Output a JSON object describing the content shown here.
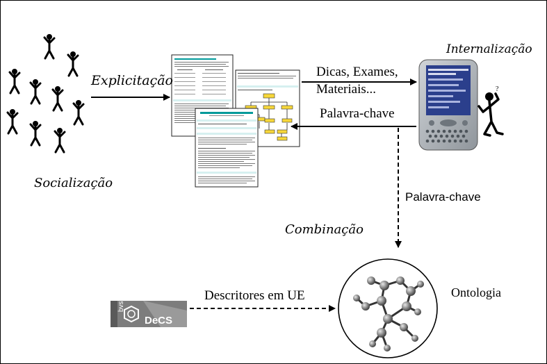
{
  "labels": {
    "explicitacao": "Explicitação",
    "socializacao": "Socialização",
    "internalizacao": "Internalização",
    "dicas": "Dicas, Exames,",
    "materiais": "Materiais...",
    "palavra_chave_left": "Palavra-chave",
    "palavra_chave_down": "Palavra-chave",
    "combinacao": "Combinação",
    "descritores": "Descritores em UE",
    "ontologia": "Ontologia"
  },
  "logo": {
    "bvs": "bvs",
    "decs": "DeCS"
  },
  "icons": [
    "people-group-icon",
    "documents-icon",
    "pda-device-icon",
    "thinking-person-icon",
    "molecule-icon",
    "bvs-decs-logo"
  ]
}
